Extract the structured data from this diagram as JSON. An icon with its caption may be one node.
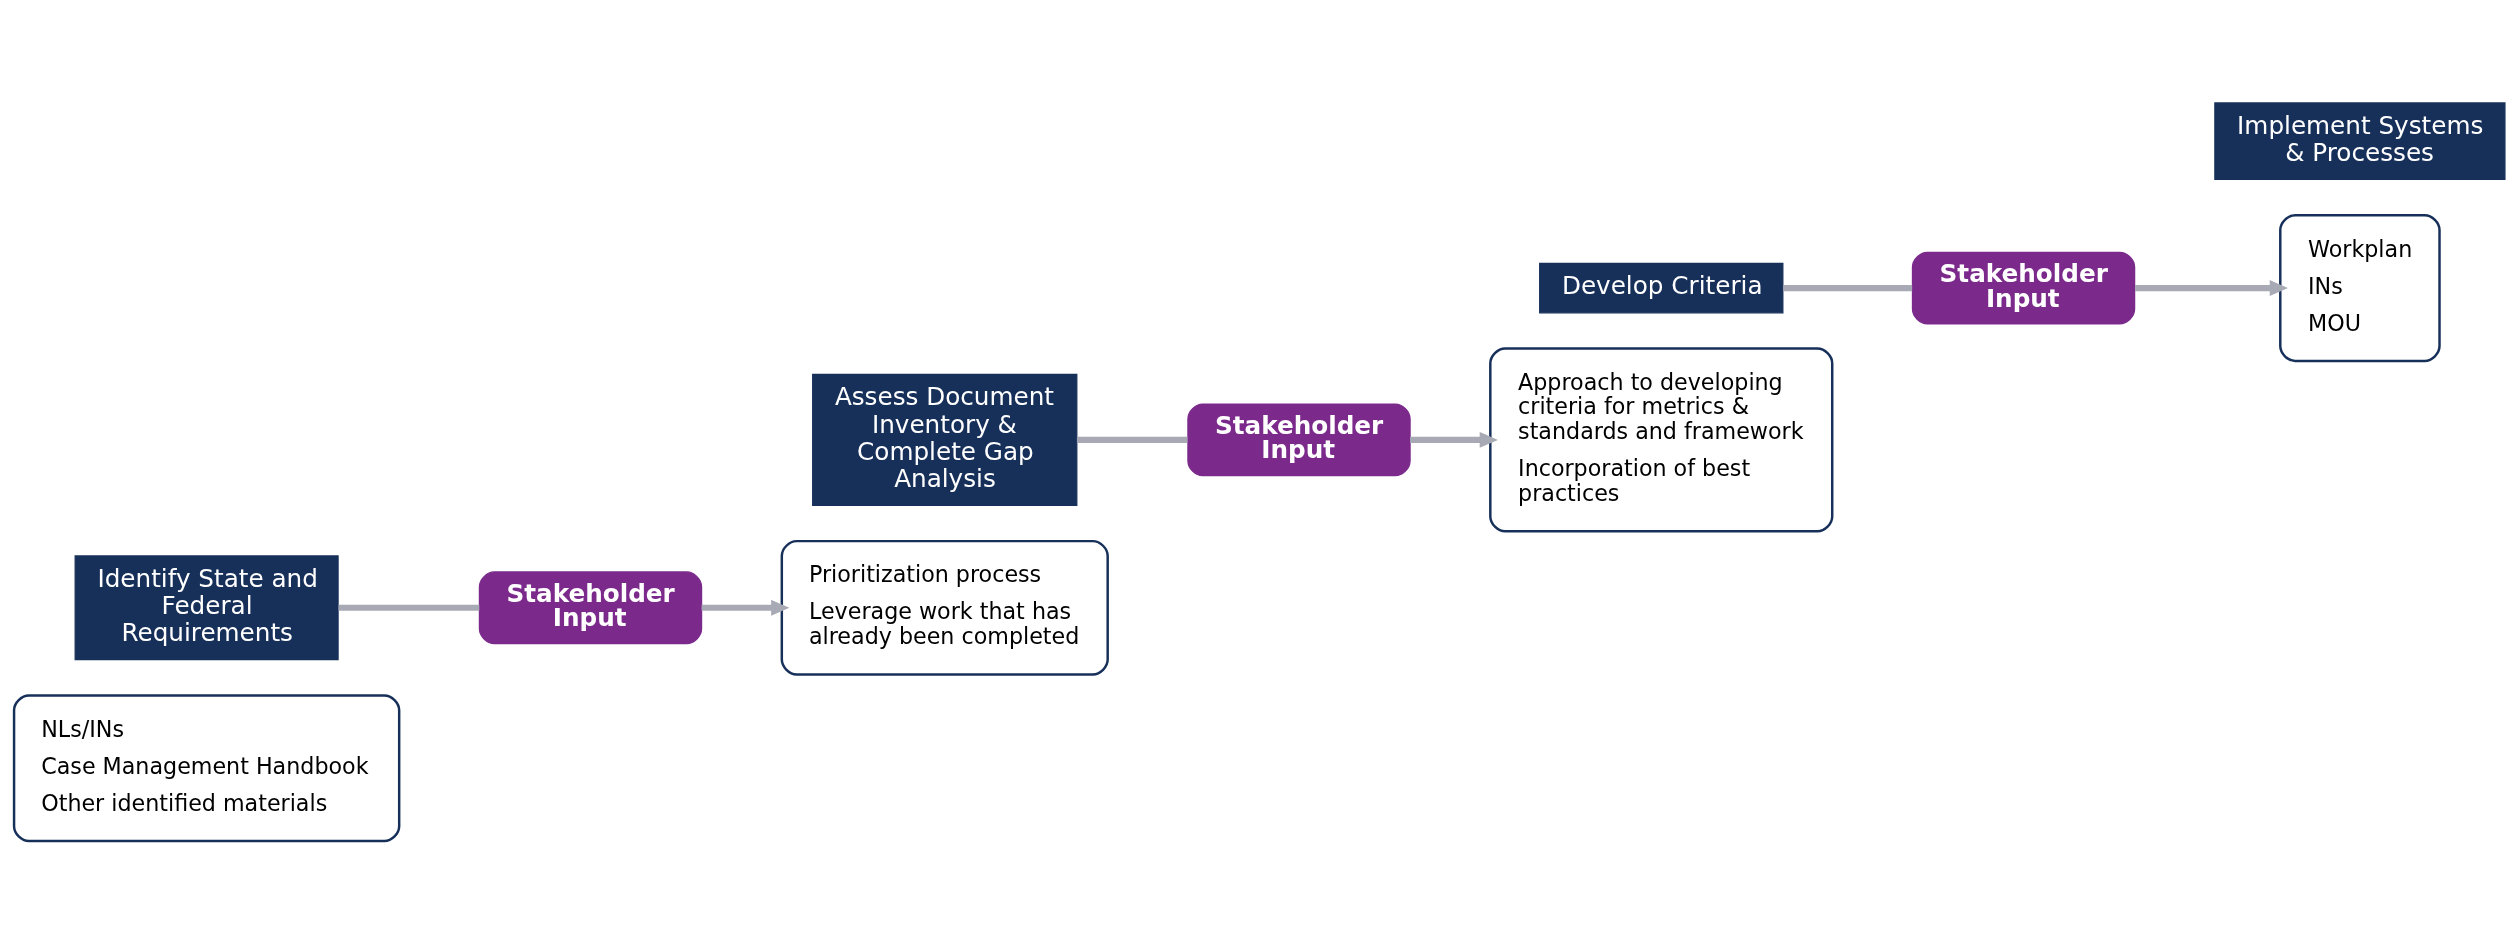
{
  "diagram": {
    "nodes": [
      {
        "text": [
          "NLs/INs",
          "Case Management Handbook",
          "Other identified materials"
        ]
      },
      {
        "text": [
          "Identify State and Federal Requirements"
        ]
      },
      {
        "text": [
          "Stakeholder Input"
        ]
      },
      {
        "text": [
          "Prioritization process",
          "Leverage work that has already been completed"
        ]
      },
      {
        "text": [
          "Assess Document Inventory & Complete Gap Analysis"
        ]
      },
      {
        "text": [
          "Stakeholder Input"
        ]
      },
      {
        "text": [
          "Approach to developing criteria for metrics & standards and framework",
          "Incorporation of best practices"
        ]
      },
      {
        "text": [
          "Develop Criteria"
        ]
      },
      {
        "text": [
          "Stakeholder Input"
        ]
      },
      {
        "text": [
          "Workplan",
          "INs",
          "MOU"
        ]
      },
      {
        "text": [
          "Implement Systems & Processes"
        ]
      }
    ],
    "edges": [
      {
        "from": 1,
        "to": 2,
        "arrow": "none"
      },
      {
        "from": 2,
        "to": 3,
        "arrow": "to"
      },
      {
        "from": 4,
        "to": 5,
        "arrow": "none"
      },
      {
        "from": 5,
        "to": 6,
        "arrow": "to"
      },
      {
        "from": 7,
        "to": 8,
        "arrow": "none"
      },
      {
        "from": 8,
        "to": 9,
        "arrow": "to"
      }
    ]
  }
}
